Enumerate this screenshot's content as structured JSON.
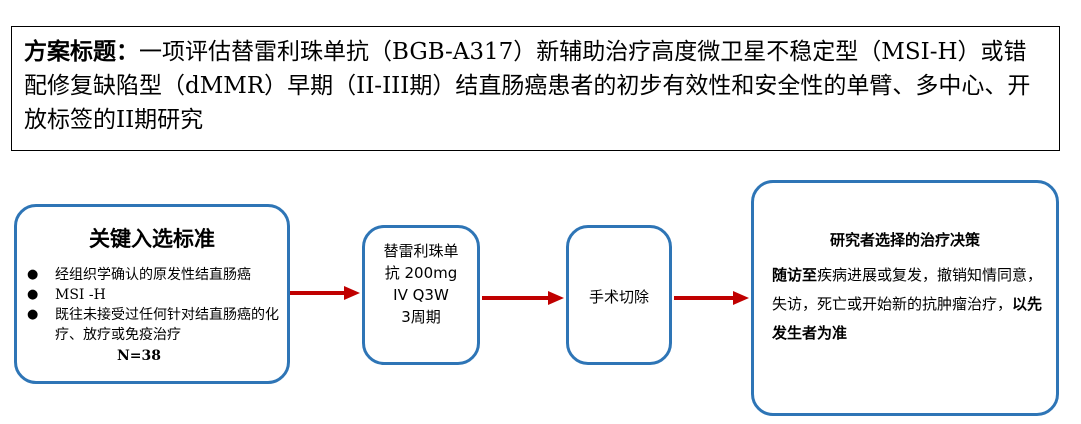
{
  "title": {
    "label": "方案标题：",
    "text": "一项评估替雷利珠单抗（BGB-A317）新辅助治疗高度微卫星不稳定型（MSI-H）或错配修复缺陷型（dMMR）早期（II-III期）结直肠癌患者的初步有效性和安全性的单臂、多中心、开放标签的II期研究"
  },
  "criteria_box": {
    "heading": "关键入选标准",
    "items": [
      "经组织学确认的原发性结直肠癌",
      "MSI -H",
      "既往未接受过任何针对结直肠癌的化疗、放疗或免疫治疗"
    ],
    "n_count": "N=38"
  },
  "drug_box": {
    "line1": "替雷利珠单",
    "line2": "抗 200mg",
    "line3": "IV Q3W",
    "line4": "3周期"
  },
  "surgery_box": {
    "label": "手术切除"
  },
  "decision_box": {
    "heading": "研究者选择的治疗决策",
    "lead_bold": "随访至",
    "body_text": "疾病进展或复发，撤销知情同意，失访，死亡或开始新的抗肿瘤治疗，",
    "tail_bold": "以先发生者为准"
  },
  "colors": {
    "box_border": "#2e75b6",
    "arrow": "#c00000"
  }
}
